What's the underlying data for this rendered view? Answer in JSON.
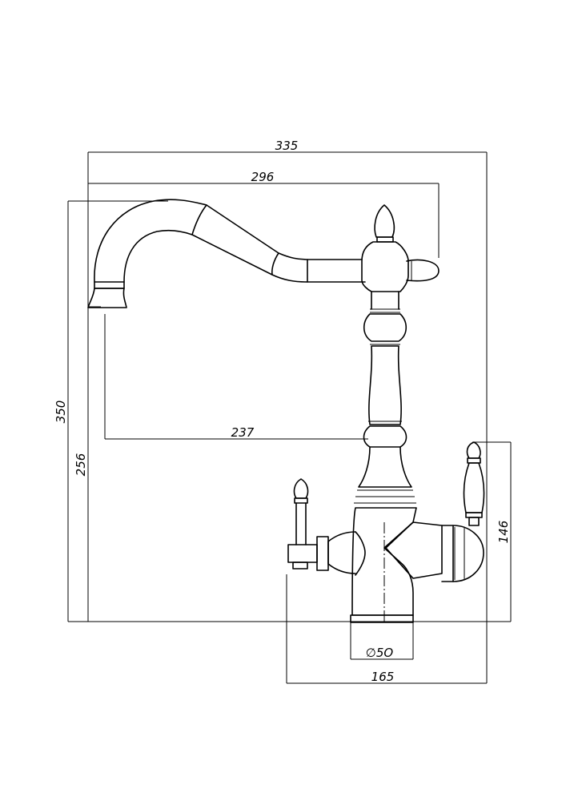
{
  "dimensions": {
    "overall_width": "335",
    "spout_reach": "296",
    "spout_to_body": "237",
    "overall_height": "350",
    "spout_height": "256",
    "handle_height": "146",
    "base_diameter": "∅5O",
    "handle_span": "165"
  }
}
